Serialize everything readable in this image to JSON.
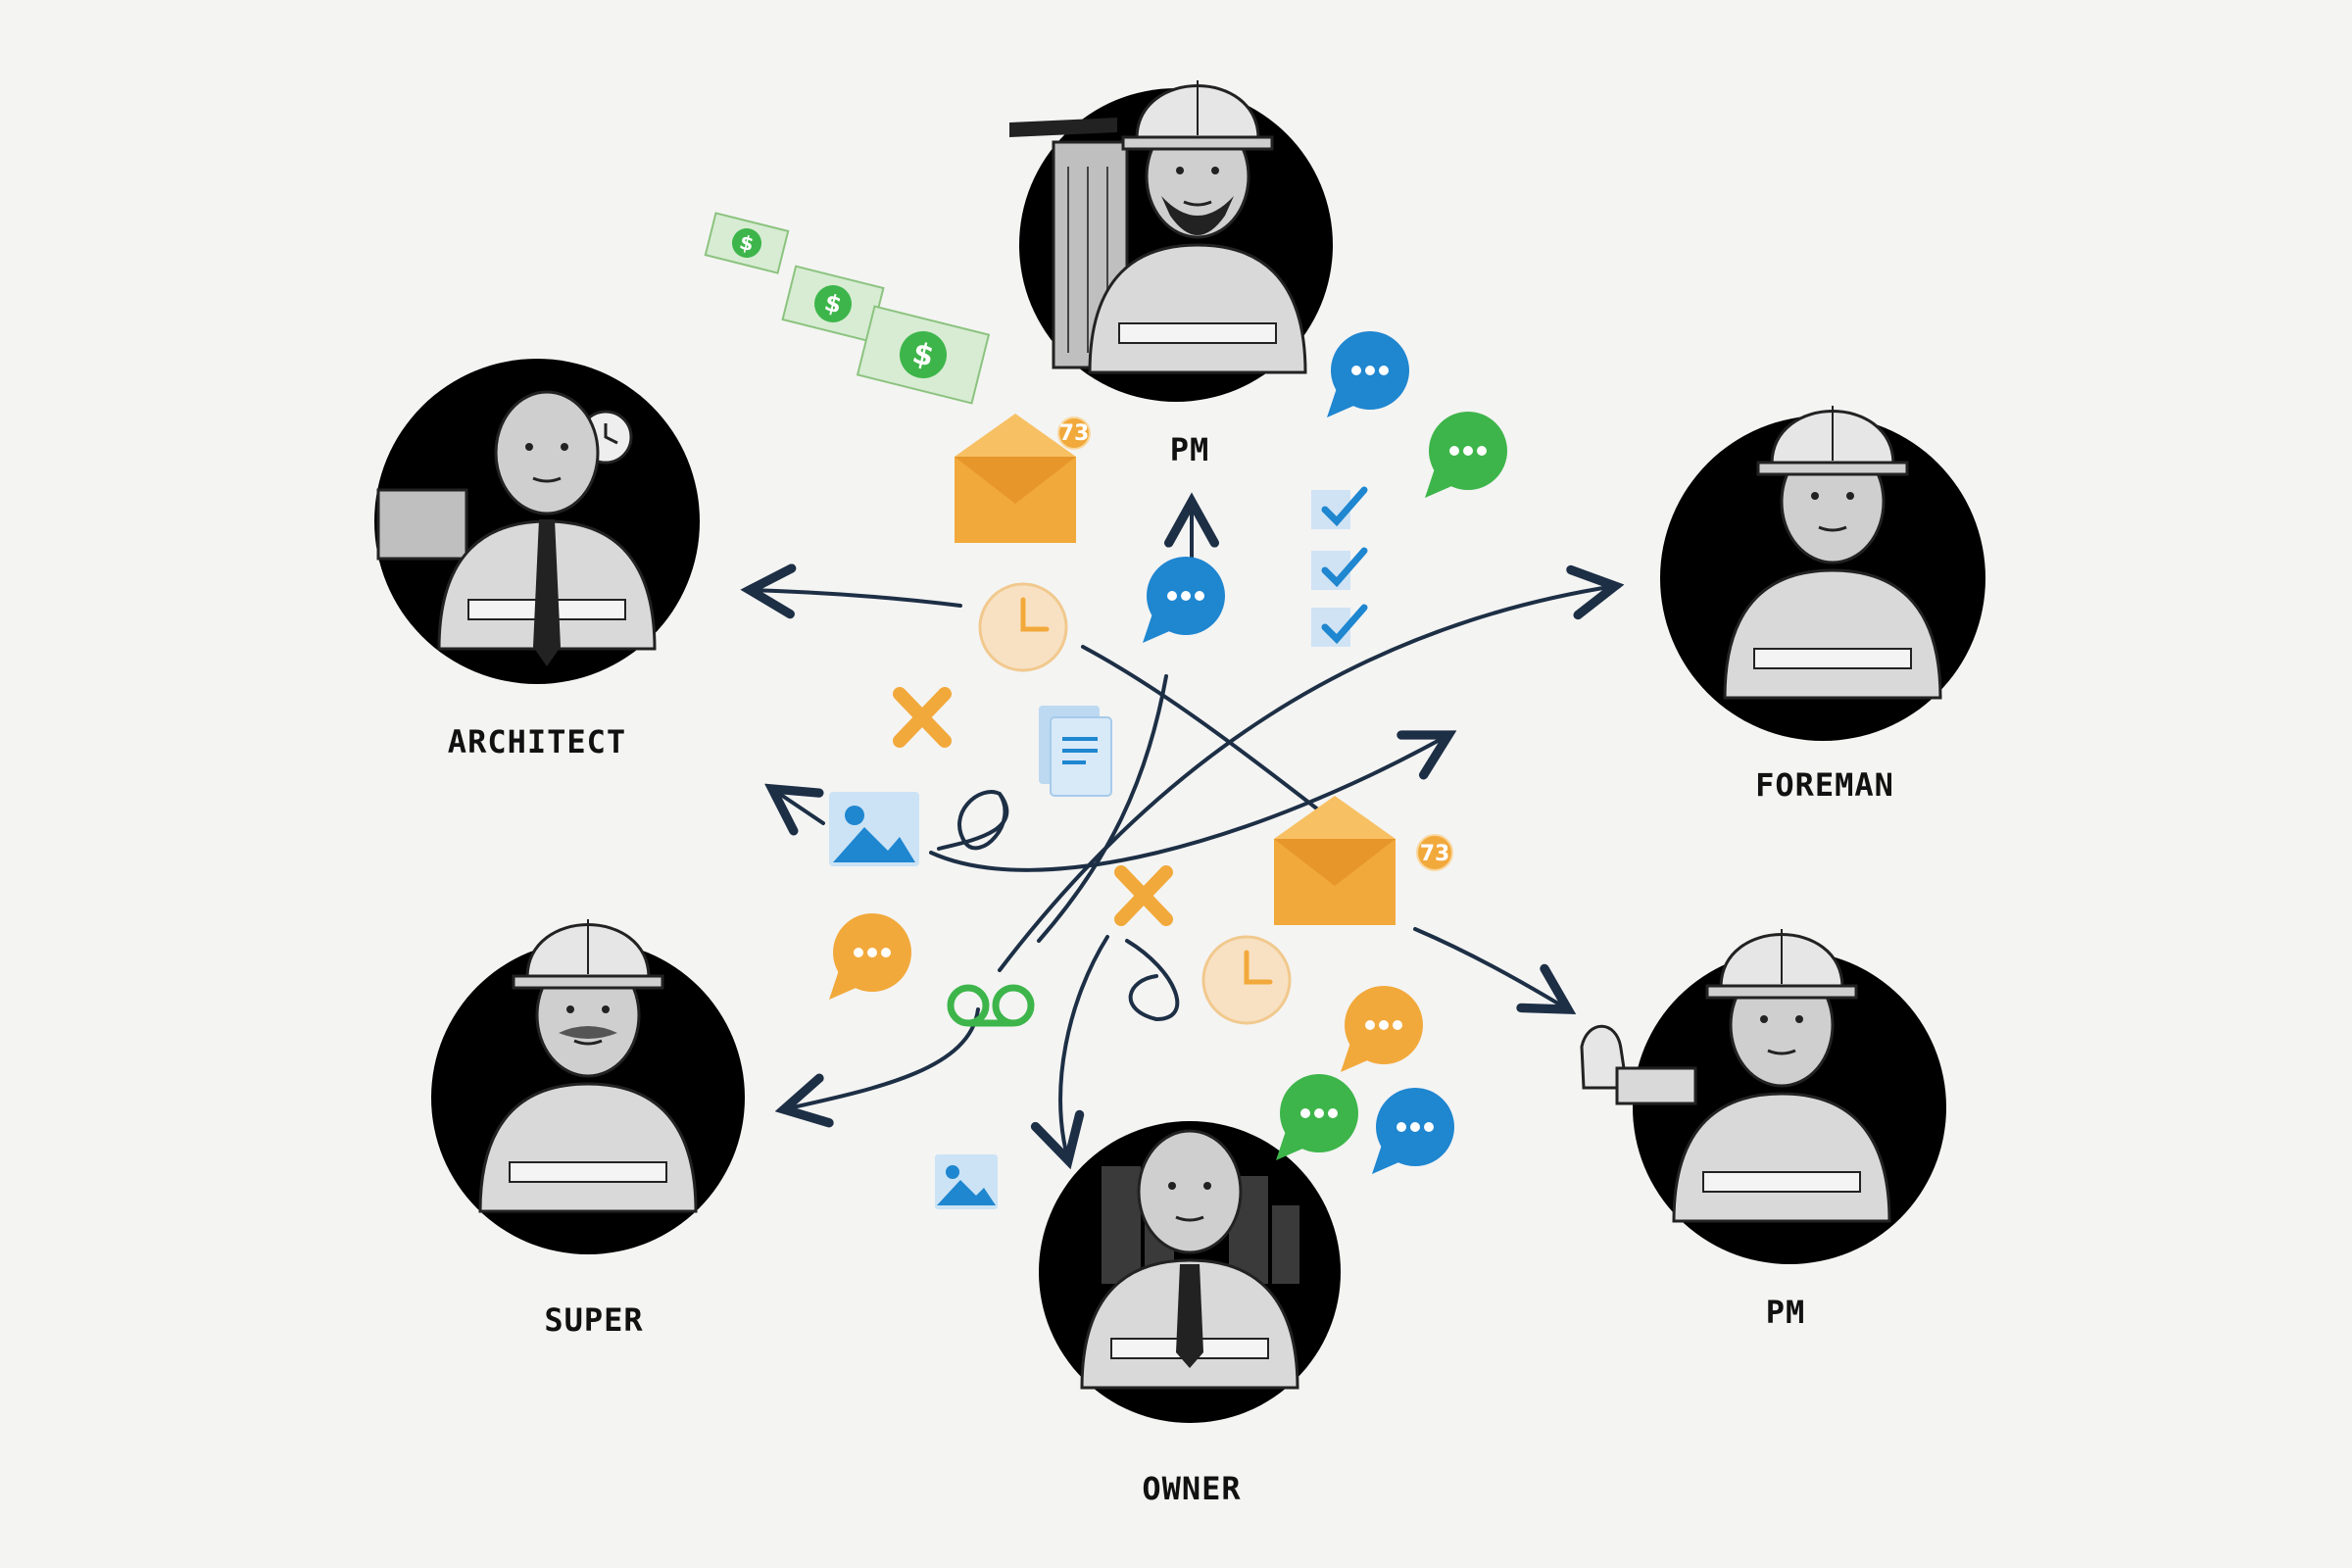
{
  "people": [
    {
      "id": "pm-top",
      "label": "PM",
      "role": "project manager"
    },
    {
      "id": "architect",
      "label": "ARCHITECT",
      "role": "architect"
    },
    {
      "id": "foreman",
      "label": "FOREMAN",
      "role": "foreman"
    },
    {
      "id": "super",
      "label": "SUPER",
      "role": "superintendent"
    },
    {
      "id": "owner",
      "label": "OWNER",
      "role": "owner"
    },
    {
      "id": "pm-right",
      "label": "PM",
      "role": "project manager"
    }
  ],
  "email_badge_count": "73",
  "icons": [
    "money-icon",
    "email-icon",
    "chat-bubble-icon",
    "checklist-icon",
    "clock-icon",
    "x-mark-icon",
    "document-icon",
    "image-icon",
    "voicemail-icon"
  ],
  "colors": {
    "orange": "#f2a93b",
    "blue": "#1f86d0",
    "green": "#3db54a",
    "navy_arrow": "#1d2f45",
    "circle_fill": "#000000"
  }
}
